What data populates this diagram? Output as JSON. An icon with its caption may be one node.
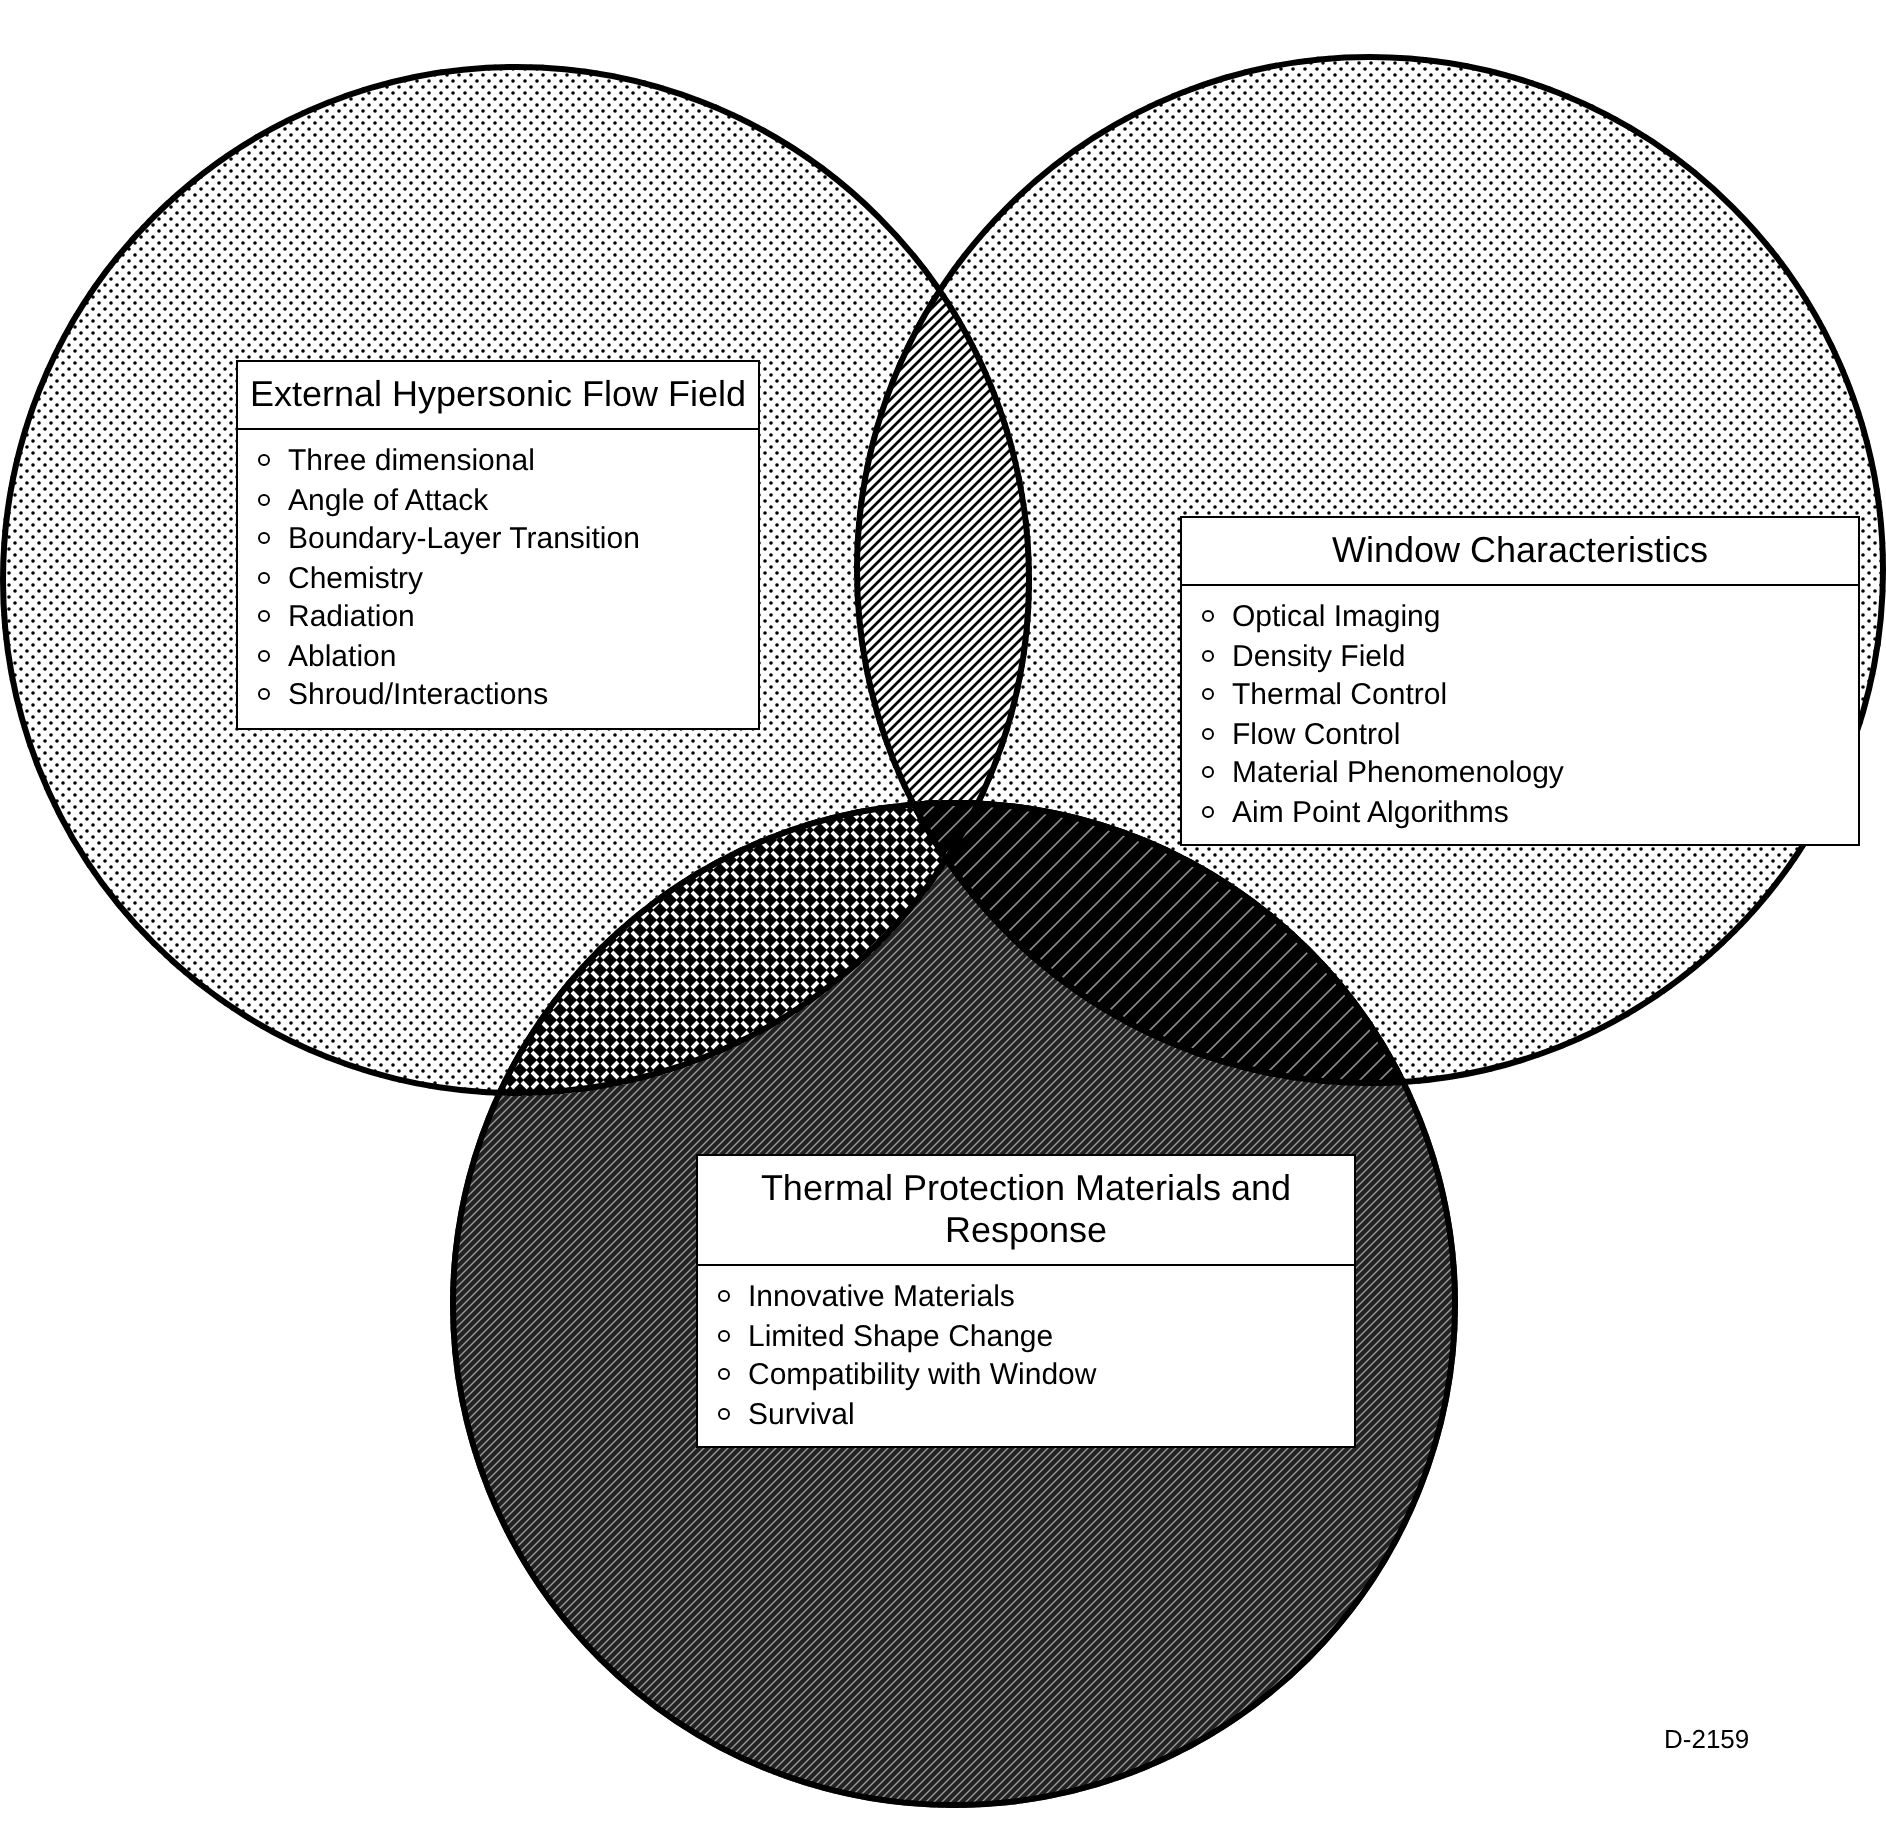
{
  "diagram": {
    "nodes": [
      {
        "text": [],
        "shape": "circle"
      },
      {
        "text": [
          "External Hypersonic Flow Field",
          "Three dimensional",
          "Angle of Attack",
          "Boundary-Layer Transition",
          "Chemistry",
          "Radiation",
          "Ablation",
          "Shroud/Interactions"
        ],
        "in": 0
      },
      {
        "text": [],
        "shape": "circle"
      },
      {
        "text": [
          "Window Characteristics",
          "Optical Imaging",
          "Density Field",
          "Thermal Control",
          "Flow Control",
          "Material Phenomenology",
          "Aim Point Algorithms"
        ],
        "in": 2
      },
      {
        "text": [],
        "shape": "circle"
      },
      {
        "text": [
          "Thermal Protection Materials and Response",
          "Innovative Materials",
          "Limited Shape Change",
          "Compatibility with Window",
          "Survival"
        ],
        "in": 4
      }
    ],
    "labels": [
      "D-2159"
    ]
  }
}
